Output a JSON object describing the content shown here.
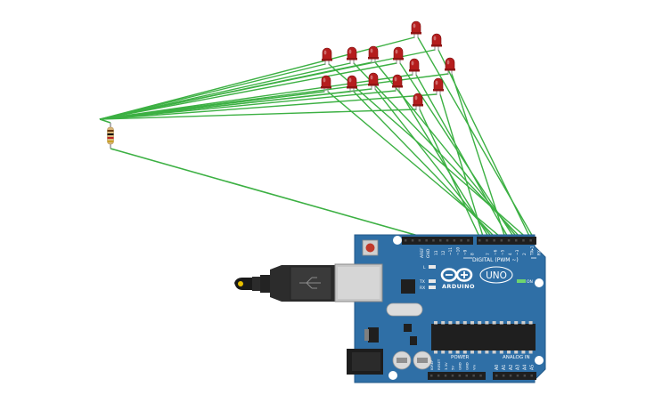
{
  "board": {
    "digital_label": "DIGITAL (PWM ~)",
    "logo_text": "ARDUINO",
    "uno_text": "UNO",
    "on_label": "ON",
    "power_label": "POWER",
    "analog_label": "ANALOG IN",
    "aref_label": "AREF",
    "gnd_label": "GND",
    "led_l_label": "L",
    "tx_label": "TX",
    "rx_label": "RX",
    "digital_pin_labels": [
      "13",
      "12",
      "~11",
      "~10",
      "~9",
      "8",
      "7",
      "~6",
      "~5",
      "4",
      "~3",
      "2",
      "TX▸1",
      "RX◂0"
    ],
    "power_pin_labels": [
      "IOREF",
      "RESET",
      "3.3V",
      "5V",
      "GND",
      "GND",
      "Vin"
    ],
    "analog_pin_labels": [
      "A0",
      "A1",
      "A2",
      "A3",
      "A4",
      "A5"
    ]
  },
  "colors": {
    "wire": "#3cb043",
    "board": "#2f6fa6",
    "led": "#b51d1d",
    "header": "#1f1f1f"
  },
  "leds": [
    {
      "id": "led-1"
    },
    {
      "id": "led-2"
    },
    {
      "id": "led-3"
    },
    {
      "id": "led-4"
    },
    {
      "id": "led-5"
    },
    {
      "id": "led-6"
    },
    {
      "id": "led-7"
    },
    {
      "id": "led-8"
    },
    {
      "id": "led-9"
    },
    {
      "id": "led-10"
    },
    {
      "id": "led-11"
    },
    {
      "id": "led-12"
    },
    {
      "id": "led-13"
    },
    {
      "id": "led-14"
    }
  ],
  "resistor": {
    "id": "resistor"
  }
}
